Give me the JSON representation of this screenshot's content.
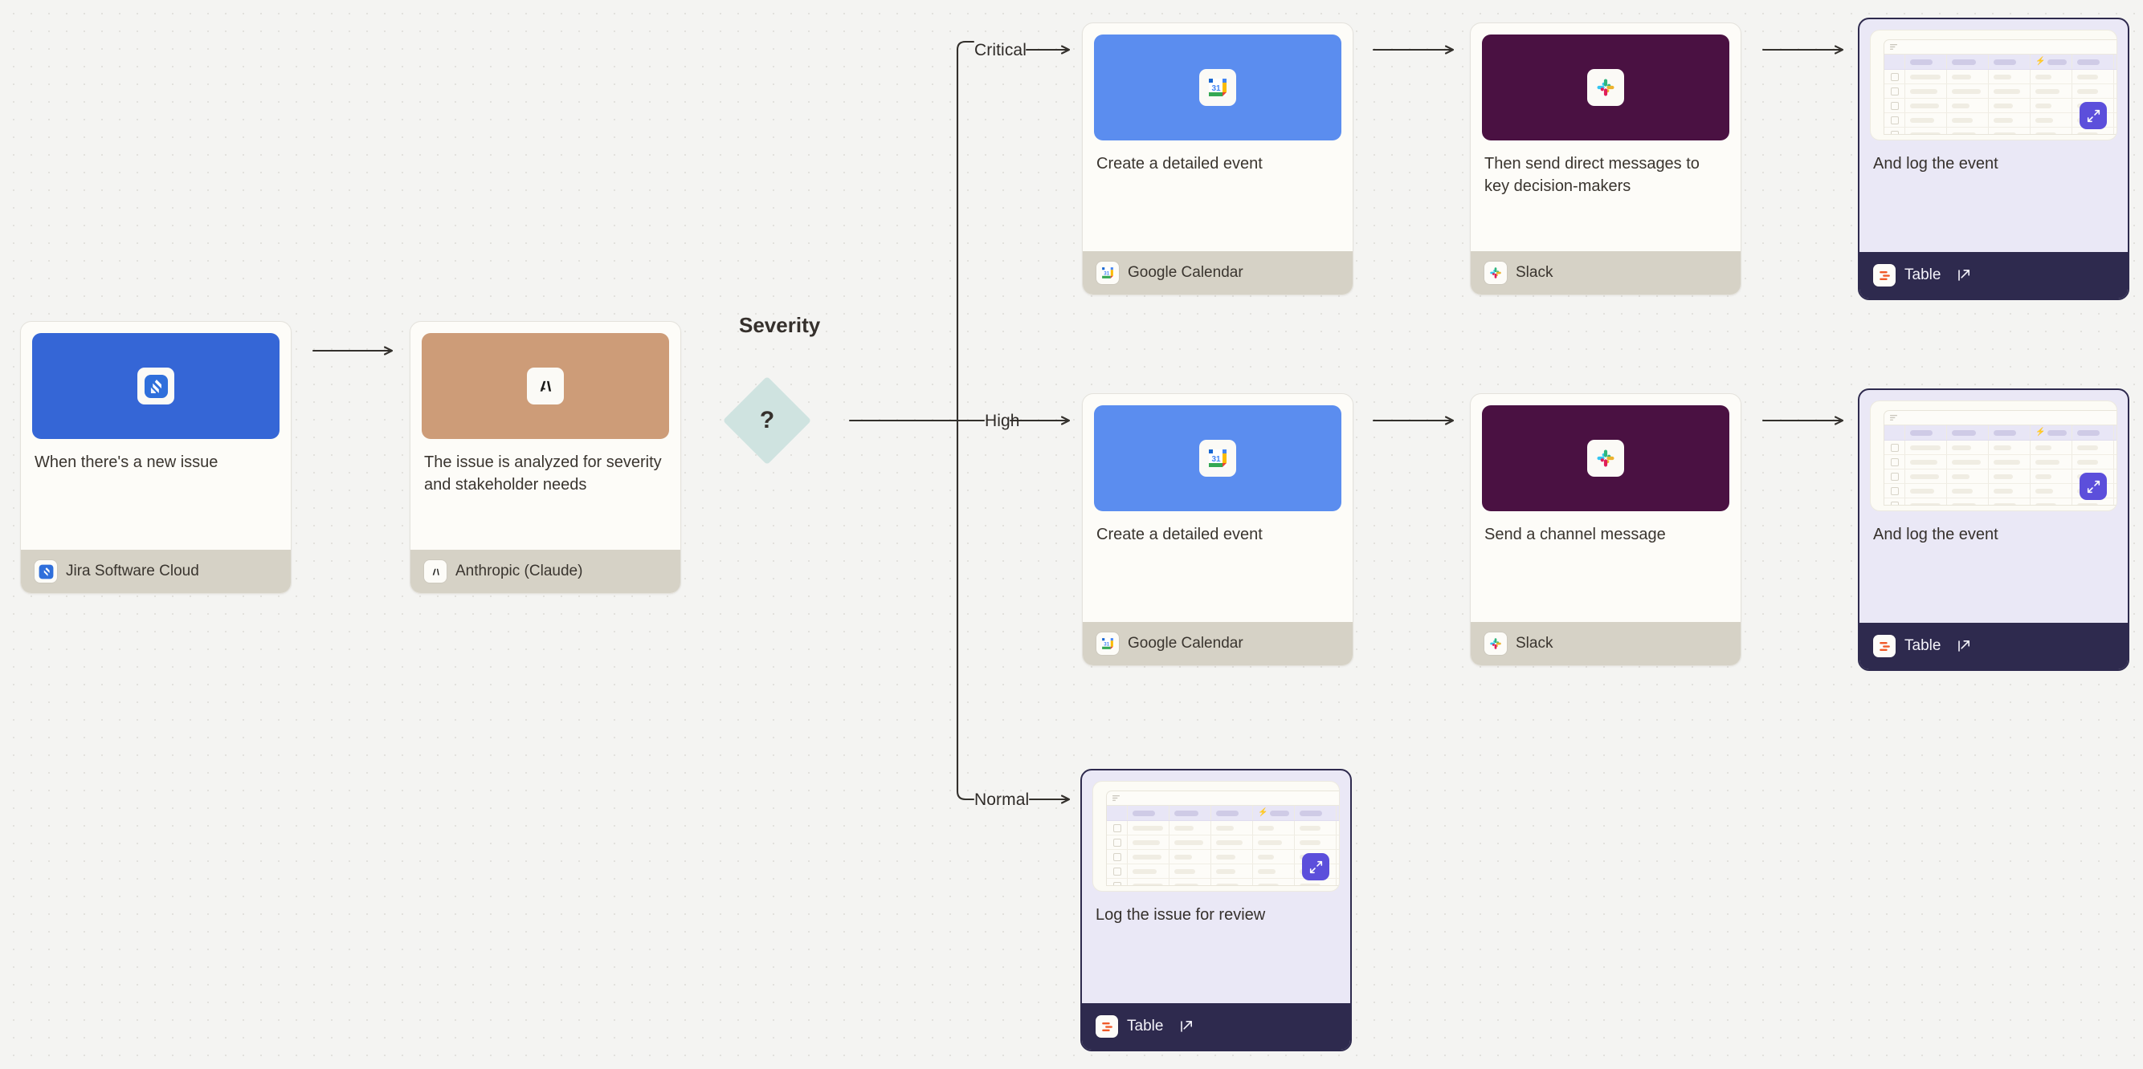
{
  "canvas": {
    "background_color": "#f4f4f2",
    "dot_grid": true
  },
  "decision": {
    "title": "Severity",
    "symbol": "?",
    "color": "#cfe3e0",
    "branches": [
      "Critical",
      "High",
      "Normal"
    ]
  },
  "branch_labels": {
    "critical": "Critical",
    "high": "High",
    "normal": "Normal"
  },
  "nodes": {
    "trigger": {
      "title": "When there's a new issue",
      "app": "Jira Software Cloud",
      "app_icon": "jira-icon",
      "hero_color": "#3566d6"
    },
    "analyze": {
      "title": "The issue is analyzed for severity and stakeholder needs",
      "app": "Anthropic (Claude)",
      "app_icon": "anthropic-icon",
      "hero_color": "#cd9c78"
    },
    "critical_calendar": {
      "title": "Create a detailed event",
      "app": "Google Calendar",
      "app_icon": "google-calendar-icon",
      "hero_color": "#5b8def"
    },
    "critical_slack": {
      "title": "Then send direct messages to key decision-makers",
      "app": "Slack",
      "app_icon": "slack-icon",
      "hero_color": "#4a1142"
    },
    "critical_table": {
      "title": "And log the event",
      "app": "Table",
      "app_icon": "table-icon",
      "accent_color": "#2e2a4e",
      "body_color": "#eae8f6",
      "expand_icon": "expand-icon",
      "external_link_icon": "external-link-icon"
    },
    "high_calendar": {
      "title": "Create a detailed event",
      "app": "Google Calendar",
      "app_icon": "google-calendar-icon",
      "hero_color": "#5b8def"
    },
    "high_slack": {
      "title": "Send a channel message",
      "app": "Slack",
      "app_icon": "slack-icon",
      "hero_color": "#4a1142"
    },
    "high_table": {
      "title": "And log the event",
      "app": "Table",
      "app_icon": "table-icon",
      "accent_color": "#2e2a4e",
      "body_color": "#eae8f6",
      "expand_icon": "expand-icon",
      "external_link_icon": "external-link-icon"
    },
    "normal_table": {
      "title": "Log the issue for review",
      "app": "Table",
      "app_icon": "table-icon",
      "accent_color": "#2e2a4e",
      "body_color": "#eae8f6",
      "expand_icon": "expand-icon",
      "external_link_icon": "external-link-icon"
    }
  }
}
